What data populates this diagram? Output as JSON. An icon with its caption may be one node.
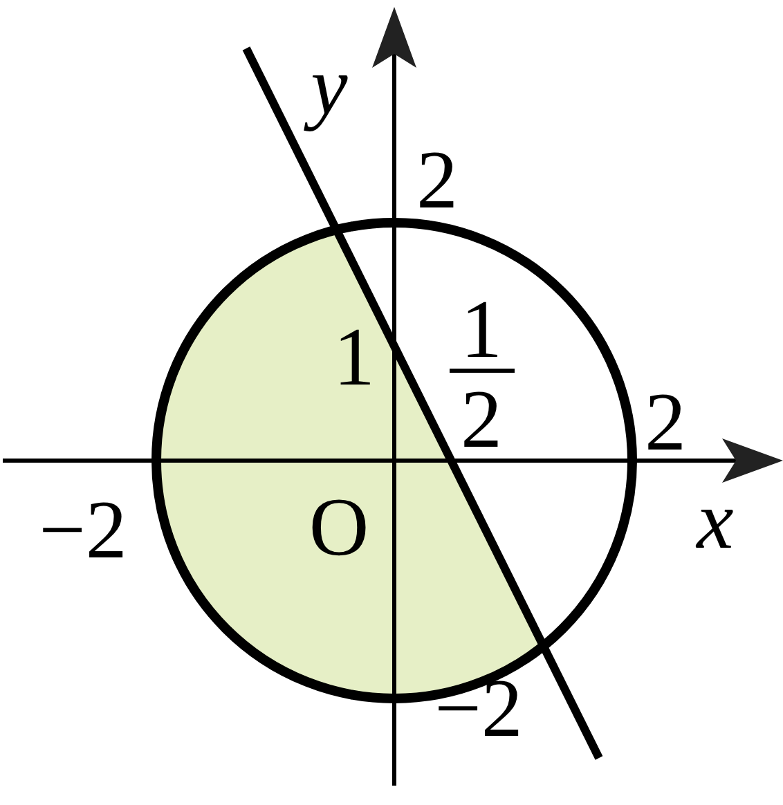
{
  "diagram": {
    "labels": [
      "y",
      "2",
      "1",
      "1",
      "2",
      "2",
      "−2",
      "O",
      "x",
      "−2"
    ]
  }
}
